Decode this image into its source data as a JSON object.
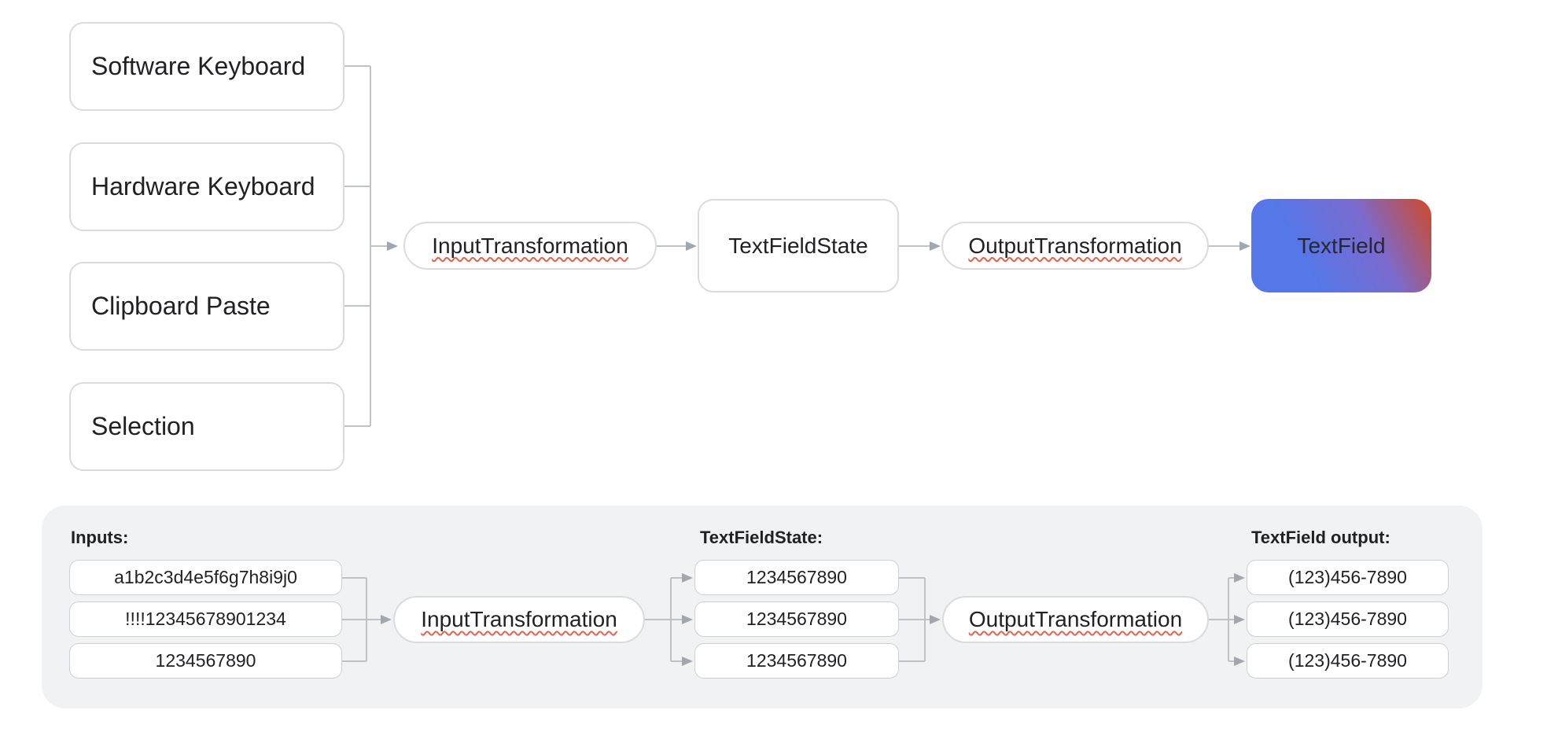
{
  "top_flow": {
    "sources": [
      {
        "label": "Software Keyboard"
      },
      {
        "label": "Hardware Keyboard"
      },
      {
        "label": "Clipboard Paste"
      },
      {
        "label": "Selection"
      }
    ],
    "input_transformation": "InputTransformation",
    "text_field_state": "TextFieldState",
    "output_transformation": "OutputTransformation",
    "text_field": "TextField"
  },
  "example_panel": {
    "inputs_label": "Inputs:",
    "inputs": [
      "a1b2c3d4e5f6g7h8i9j0",
      "!!!!12345678901234",
      "1234567890"
    ],
    "input_transformation": "InputTransformation",
    "state_label": "TextFieldState:",
    "state_values": [
      "1234567890",
      "1234567890",
      "1234567890"
    ],
    "output_transformation": "OutputTransformation",
    "output_label": "TextField output:",
    "output_values": [
      "(123)456-7890",
      "(123)456-7890",
      "(123)456-7890"
    ]
  },
  "colors": {
    "panel_background": "#F1F2F4",
    "box_border_gray": "#D9DBDF",
    "connector_gray": "#BFC3C8",
    "squiggle_red": "#E0654F",
    "textfield_gradient_blue": "#5577E8",
    "textfield_gradient_red": "#C44E3F"
  }
}
